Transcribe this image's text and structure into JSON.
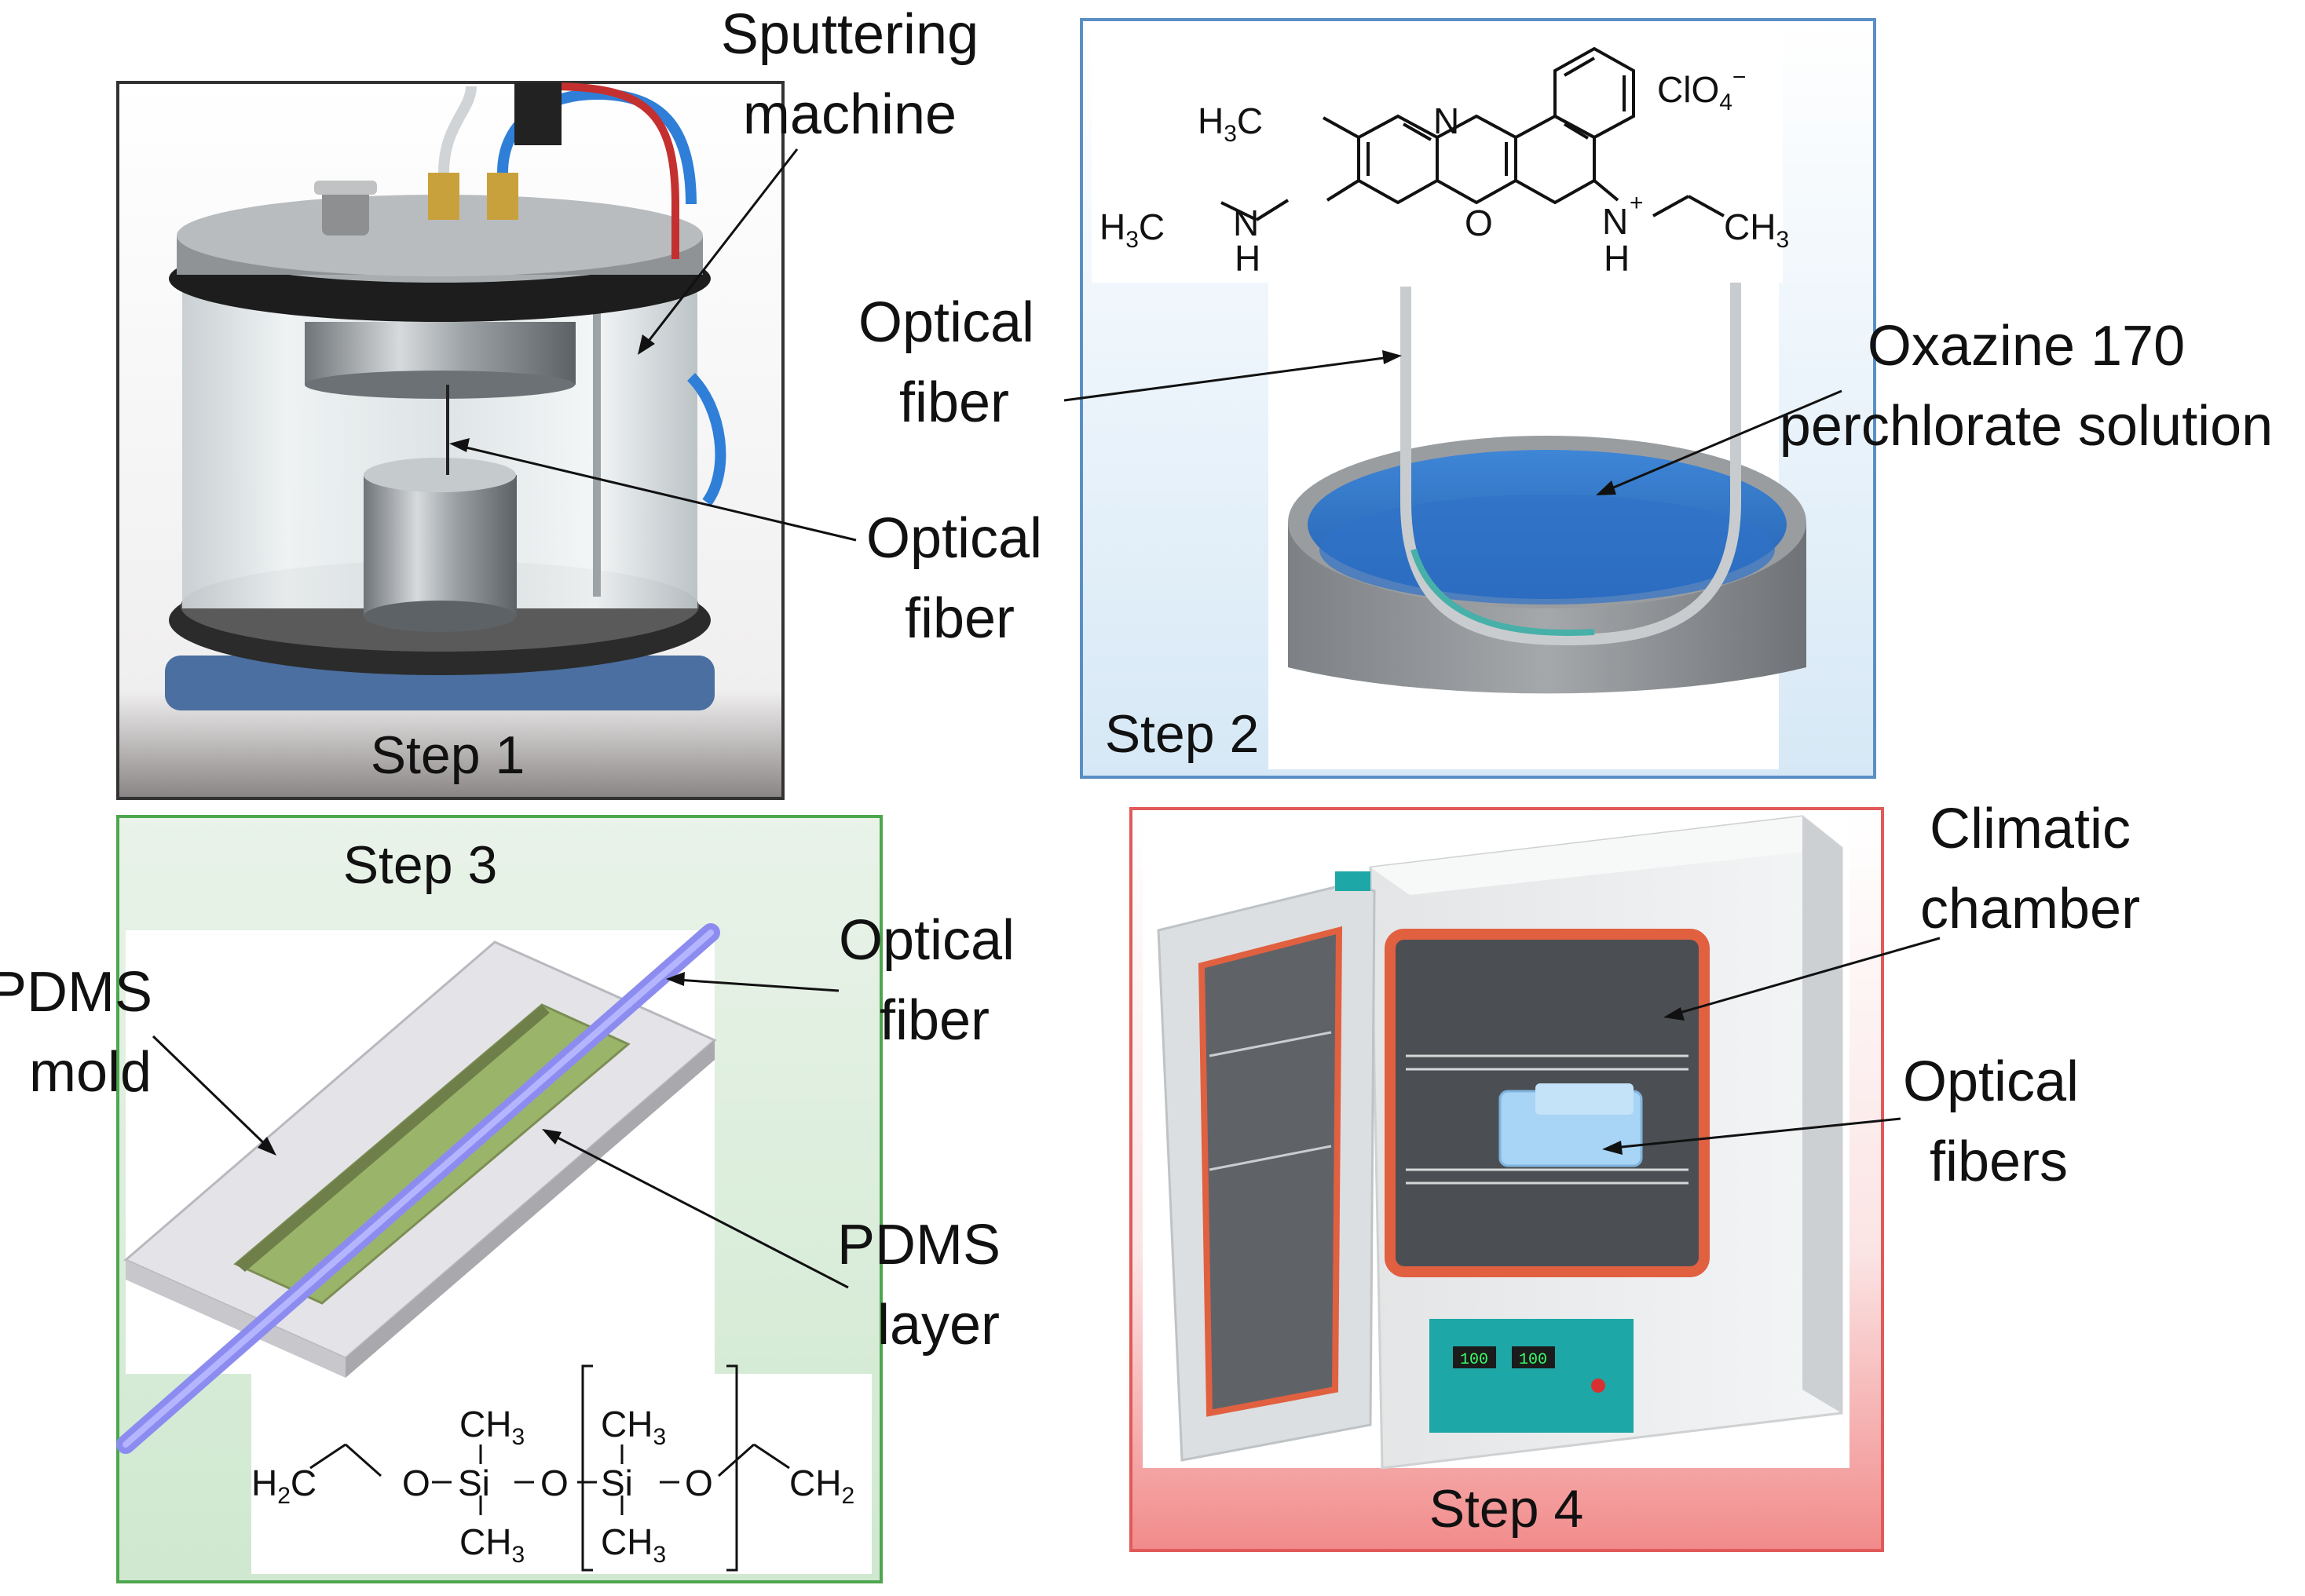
{
  "step1": {
    "title": "Step 1",
    "label_sputtering_line1": "Sputtering",
    "label_sputtering_line2": "machine",
    "label_fiber_line1": "Optical",
    "label_fiber_line2": "fiber"
  },
  "step2": {
    "title": "Step 2",
    "label_fiber_line1": "Optical",
    "label_fiber_line2": "fiber",
    "label_solution_line1": "Oxazine 170",
    "label_solution_line2": "perchlorate solution",
    "chem": {
      "h3c_top": "H",
      "h3c_top_sub": "3",
      "h3c_top_c": "C",
      "n_ring": "N",
      "o_ring": "O",
      "clo4": "ClO",
      "clo4_sub": "4",
      "clo4_sup": "−",
      "h3c_left": "H",
      "h3c_left_sub": "3",
      "h3c_left_c": "C",
      "nh_left_n": "N",
      "nh_left_h": "H",
      "nh_right_n": "N",
      "nh_right_plus": "+",
      "nh_right_h": "H",
      "ch3_right": "CH",
      "ch3_right_sub": "3"
    }
  },
  "step3": {
    "title": "Step 3",
    "label_mold_line1": "PDMS",
    "label_mold_line2": "mold",
    "label_fiber_line1": "Optical",
    "label_fiber_line2": "fiber",
    "label_layer_line1": "PDMS",
    "label_layer_line2": "layer",
    "chem": {
      "h2c": "H",
      "h2c_sub": "2",
      "h2c_c": "C",
      "o1": "O",
      "si1": "Si",
      "o2": "O",
      "si2": "Si",
      "o3": "O",
      "ch2": "CH",
      "ch2_sub": "2",
      "ch3_1_top": "CH",
      "ch3_1_top_sub": "3",
      "ch3_1_bot": "CH",
      "ch3_1_bot_sub": "3",
      "ch3_2_top": "CH",
      "ch3_2_top_sub": "3",
      "ch3_2_bot": "CH",
      "ch3_2_bot_sub": "3"
    }
  },
  "step4": {
    "title": "Step 4",
    "label_chamber_line1": "Climatic",
    "label_chamber_line2": "chamber",
    "label_fibers_line1": "Optical",
    "label_fibers_line2": "fibers",
    "display_left": "100",
    "display_right": "100"
  },
  "colors": {
    "step1_border": "#333333",
    "step2_border": "#5b8fc4",
    "step3_border": "#4ea64e",
    "step4_border": "#e05a5a",
    "solution_blue": "#2c6fc6",
    "panel_teal": "#1ea7a7",
    "door_seal": "#e06040",
    "fiber_blue": "#8c8cf0"
  }
}
